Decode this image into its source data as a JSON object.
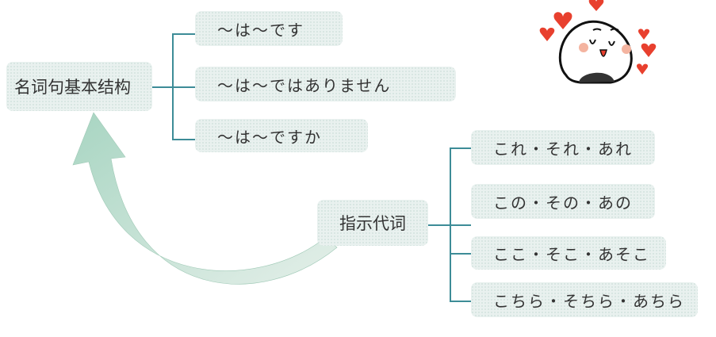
{
  "root": {
    "label": "名词句基本结构"
  },
  "root_children": [
    "～は～です",
    "～は～ではありません",
    "～は～ですか"
  ],
  "demo": {
    "label": "指示代词"
  },
  "demo_children": [
    "これ・それ・あれ",
    "この・その・あの",
    "ここ・そこ・あそこ",
    "こちら・そちら・あちら"
  ],
  "colors": {
    "line": "#3d8c97",
    "arrow": "#b9d9cc",
    "node_bg": "#e9f1ef"
  }
}
